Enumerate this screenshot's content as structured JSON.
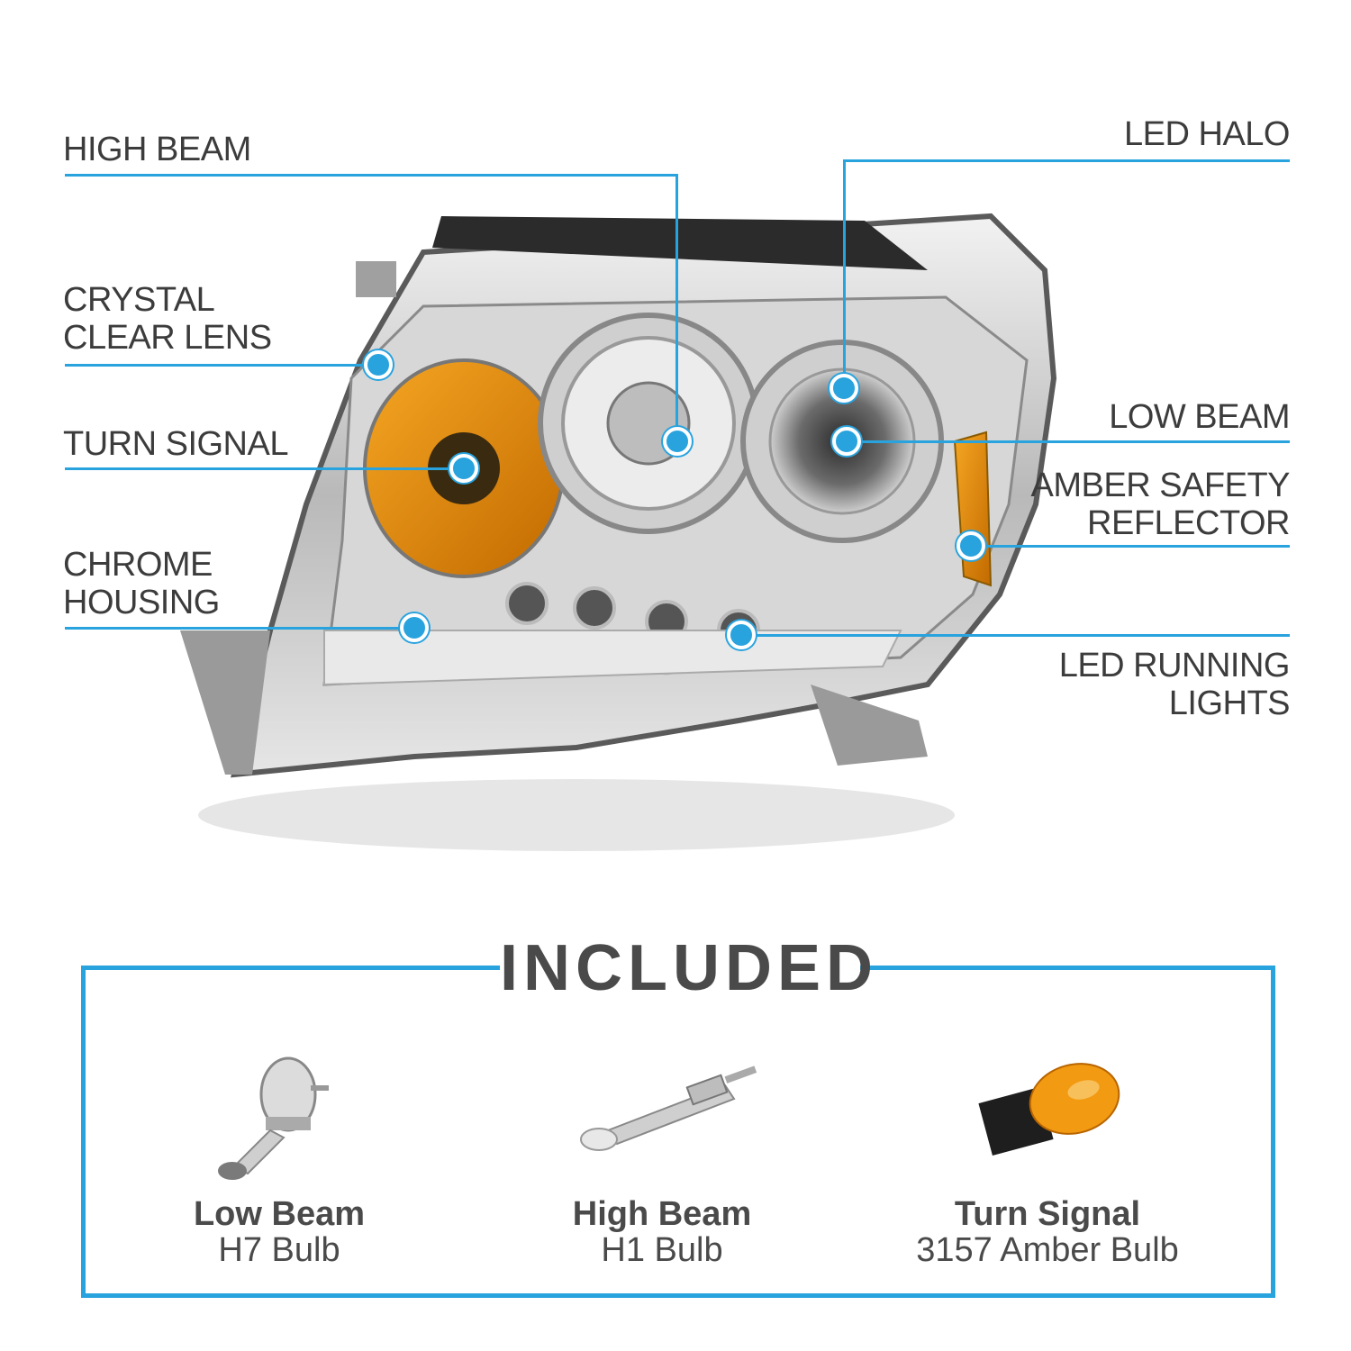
{
  "callouts": {
    "high_beam": "HIGH BEAM",
    "crystal_clear_lens": "CRYSTAL\nCLEAR LENS",
    "turn_signal": "TURN SIGNAL",
    "chrome_housing": "CHROME\nHOUSING",
    "led_halo": "LED HALO",
    "low_beam": "LOW BEAM",
    "amber_safety_reflector": "AMBER SAFETY\nREFLECTOR",
    "led_running_lights": "LED RUNNING\nLIGHTS"
  },
  "included": {
    "title": "INCLUDED",
    "items": [
      {
        "name": "Low Beam",
        "spec": "H7 Bulb"
      },
      {
        "name": "High Beam",
        "spec": "H1 Bulb"
      },
      {
        "name": "Turn Signal",
        "spec": "3157 Amber Bulb"
      }
    ]
  },
  "colors": {
    "accent": "#29a3de",
    "text": "#3c3c3c",
    "amber": "#e8920f"
  }
}
